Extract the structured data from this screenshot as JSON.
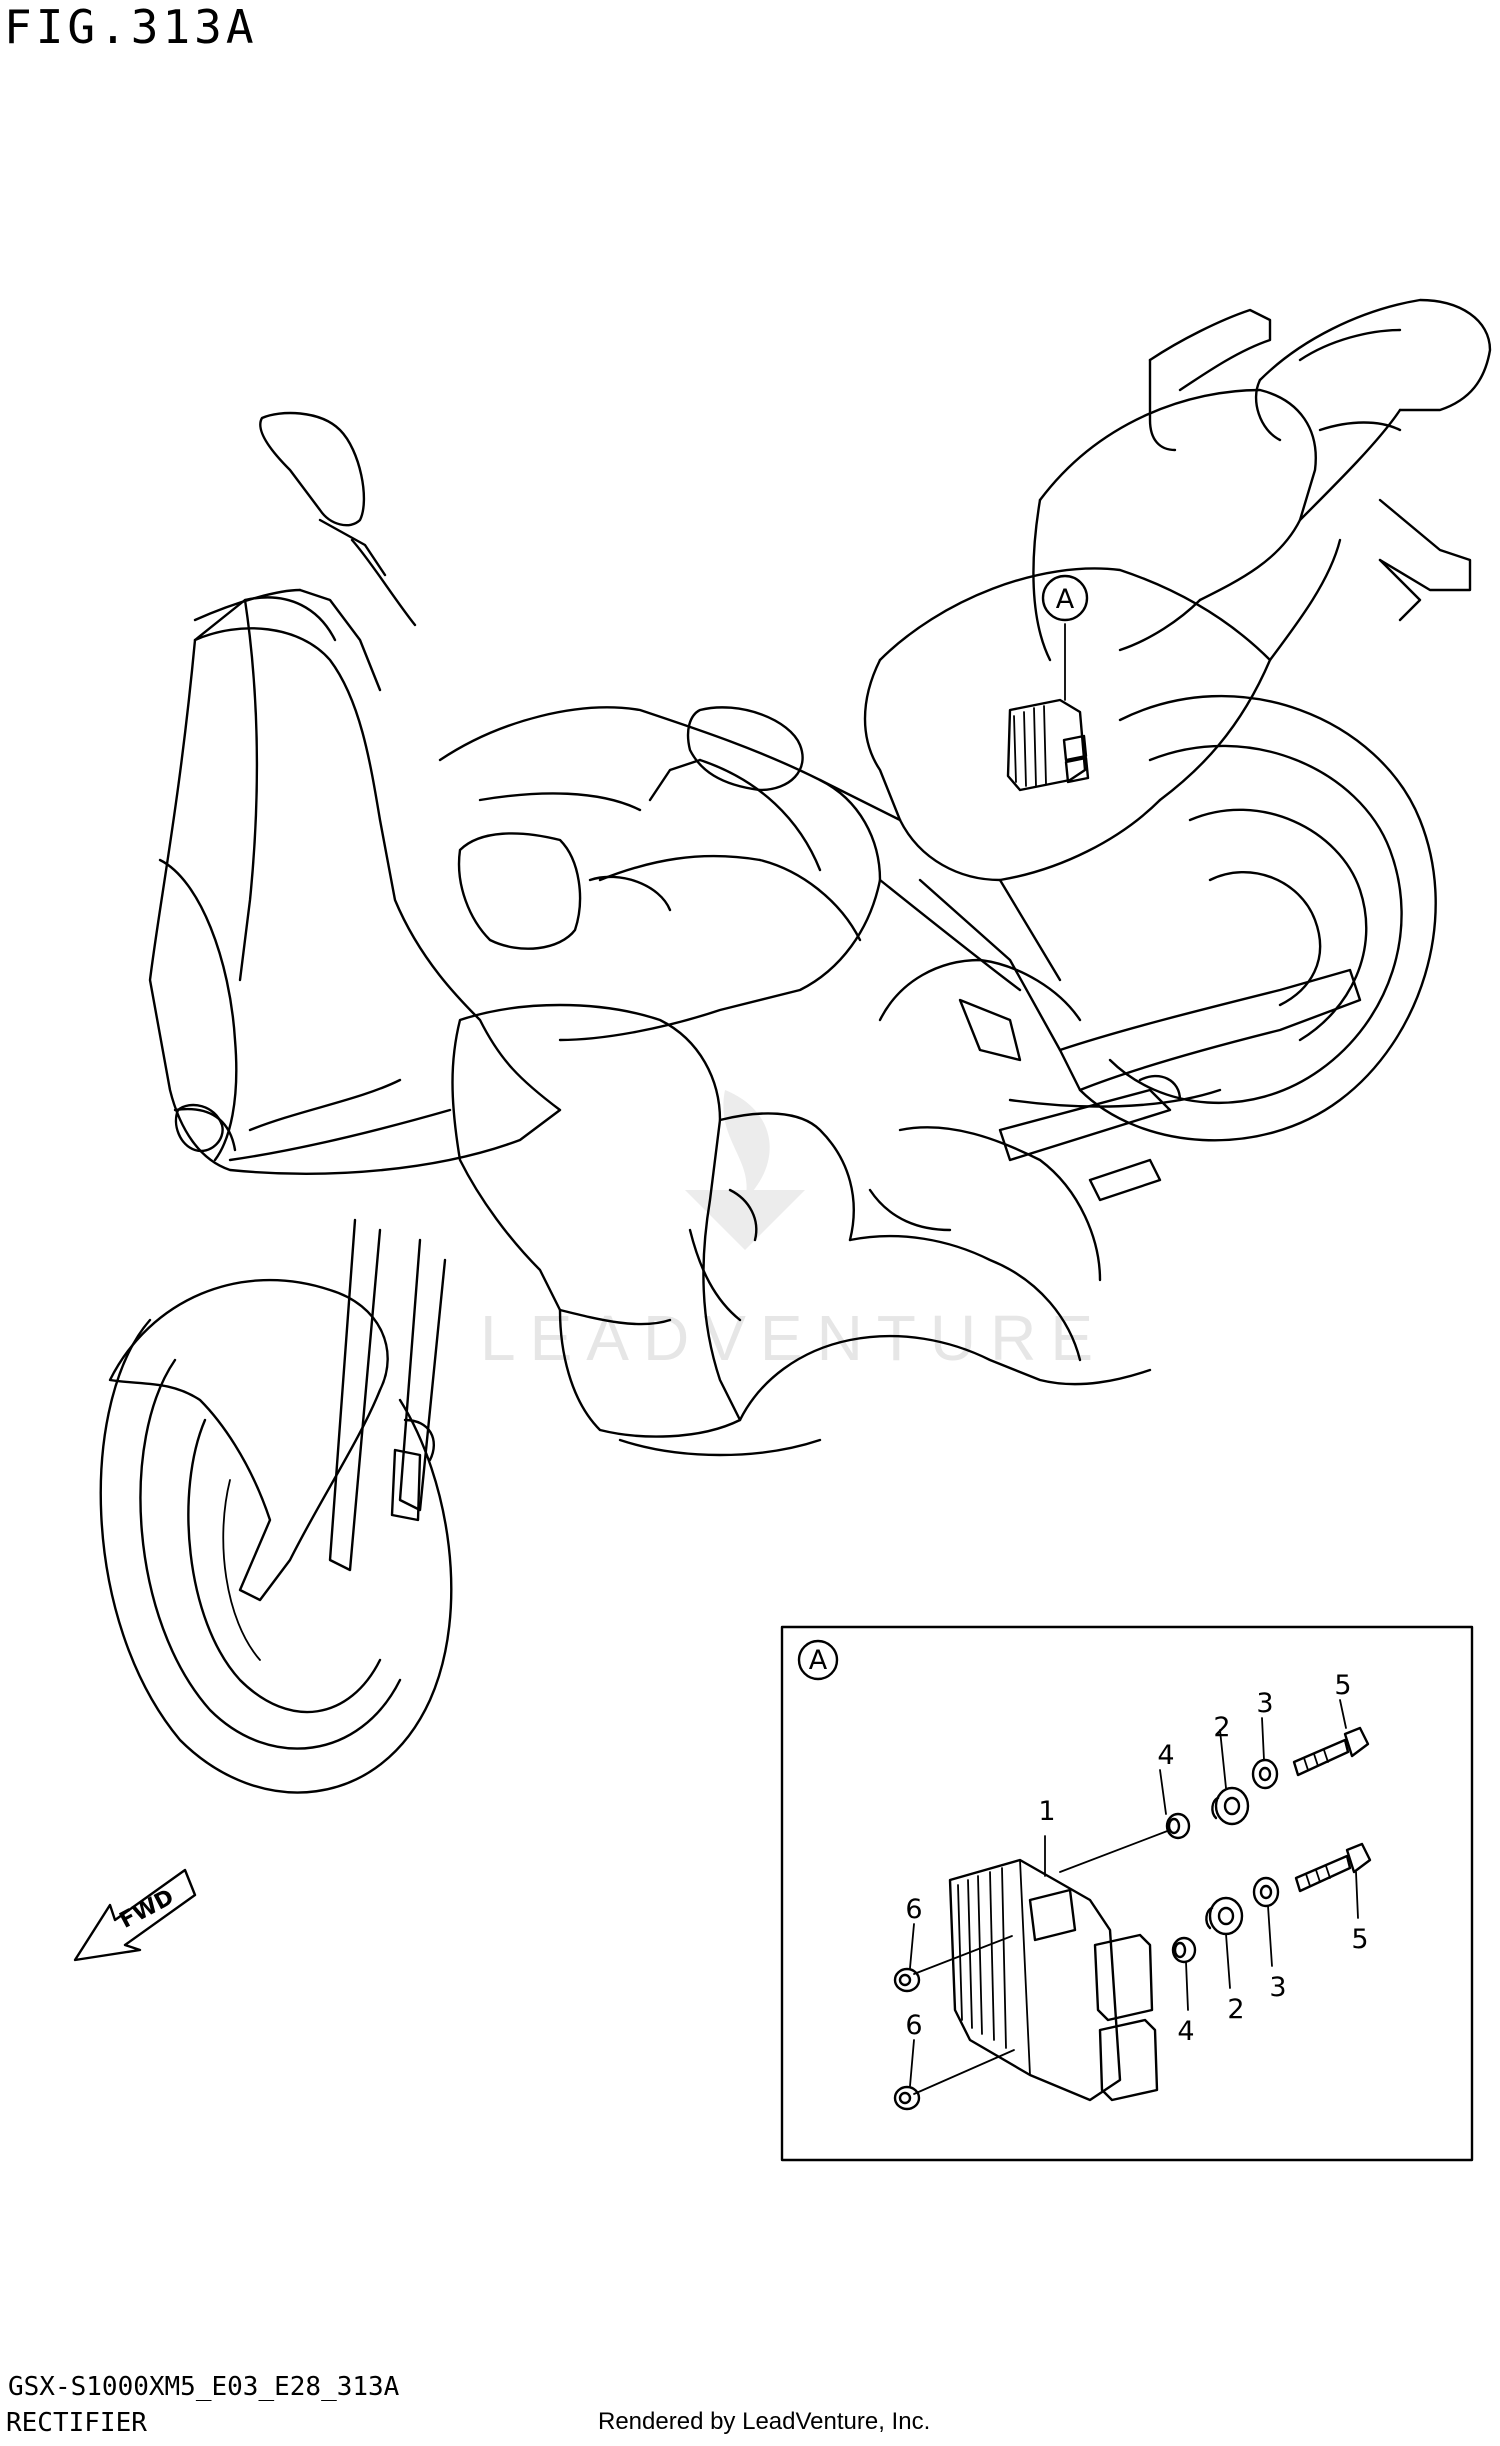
{
  "figure": {
    "title": "FIG.313A",
    "callout_A": "A",
    "detail_label": "A",
    "fwd_label": "FWD"
  },
  "parts": [
    {
      "ref": "1"
    },
    {
      "ref": "2"
    },
    {
      "ref": "2"
    },
    {
      "ref": "3"
    },
    {
      "ref": "3"
    },
    {
      "ref": "4"
    },
    {
      "ref": "4"
    },
    {
      "ref": "5"
    },
    {
      "ref": "5"
    },
    {
      "ref": "6"
    },
    {
      "ref": "6"
    }
  ],
  "watermark": {
    "text": "LEADVENTURE"
  },
  "footer": {
    "model_code": "GSX-S1000XM5_E03_E28_313A",
    "part_name": "RECTIFIER",
    "credit": "Rendered by LeadVenture, Inc."
  }
}
